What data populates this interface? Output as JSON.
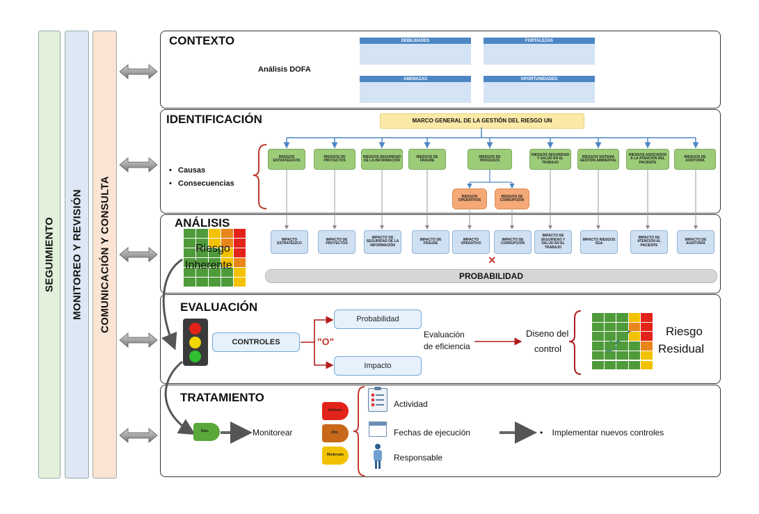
{
  "side_bars": {
    "seguimiento": "SEGUIMIENTO",
    "monitoreo": "MONITOREO Y REVISIÓN",
    "comunicacion": "COMUNICACIÓN Y CONSULTA"
  },
  "contexto": {
    "title": "CONTEXTO",
    "dofa_label": "Análisis DOFA",
    "quadrants": [
      "DEBILIDADES",
      "FORTALEZAS",
      "AMENAZAS",
      "OPORTUNIDADES"
    ]
  },
  "identificacion": {
    "title": "IDENTIFICACIÓN",
    "bullets": [
      "Causas",
      "Consecuencias"
    ],
    "marco": "MARCO GENERAL DE LA GESTIÓN DEL RIESGO UN",
    "riesgos": [
      "RIESGOS ESTRATÉGICOS",
      "RIESGOS DE PROYECTOS",
      "RIESGOS SEGURIDAD DE LA INFORMACIÓN",
      "RIESGOS DE FRAUDE",
      "RIESGOS DE PROCESOS",
      "RIESGOS SEGURIDAD Y SALUD EN EL TRABAJO",
      "RIESGOS SISTEMA GESTIÓN AMBIENTAL",
      "RIESGOS ASOCIADOS A LA ATENCIÓN DEL PACIENTE",
      "RIESGOS DE AUDITORÍA"
    ],
    "sub_riesgos": [
      "RIESGOS OPERATIVOS",
      "RIESGOS DE CORRUPCIÓN"
    ]
  },
  "analisis": {
    "title": "ANÁLISIS",
    "matrix_label_1": "Riesgo",
    "matrix_label_2": "Inherente",
    "impactos": [
      "IMPACTO ESTRATÉGICO",
      "IMPACTO DE PROYECTOS",
      "IMPACTO DE SEGURIDAD DE LA INFORMACIÓN",
      "IMPACTO DE FRAUDE",
      "IMPACTO OPERATIVO",
      "IMPACTO DE CORRUPCIÓN",
      "IMPACTO DE SEGURIDAD Y SALUD EN EL TRABAJO",
      "IMPACTO RIESGOS SGA",
      "IMPACTO DE ATENCIÓN AL PACIENTE",
      "IMPACTO DE AUDITORÍA"
    ],
    "times": "×",
    "probabilidad": "PROBABILIDAD"
  },
  "evaluacion": {
    "title": "EVALUACIÓN",
    "controles": "CONTROLES",
    "o": "\"O\"",
    "probabilidad": "Probabilidad",
    "impacto": "Impacto",
    "eval_1": "Evaluación",
    "eval_2": "de eficiencia",
    "diseno_1": "Diseno del",
    "diseno_2": "control",
    "residual_1": "Riesgo",
    "residual_2": "Residual"
  },
  "tratamiento": {
    "title": "TRATAMIENTO",
    "bajo": "Bajo",
    "monitorear": "Monitorear",
    "niveles": [
      "Extremo",
      "Alto",
      "Moderado"
    ],
    "actividad": "Actividad",
    "fechas": "Fechas de ejecución",
    "responsable": "Responsable",
    "implementar": "Implementar nuevos controles"
  },
  "colors": {
    "green": "#4f9a3a",
    "light_green": "#9ccc78",
    "yellow": "#f2c200",
    "orange": "#e8861a",
    "red": "#e2231a",
    "blue": "#4d86c4",
    "dark_red": "#b01c1c"
  }
}
